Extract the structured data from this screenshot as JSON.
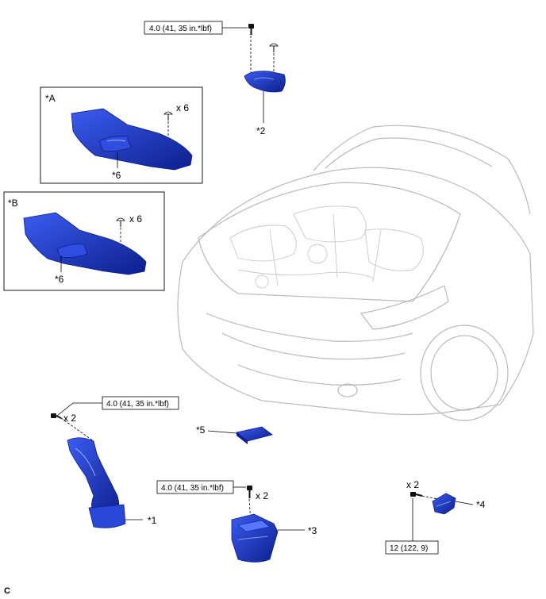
{
  "diagram": {
    "torque_specs": {
      "t_top": "4.0 (41, 35 in.*lbf)",
      "t_left": "4.0 (41, 35 in.*lbf)",
      "t_mid": "4.0 (41, 35 in.*lbf)",
      "t_right": "12 (122, 9)"
    },
    "boxes": {
      "a": {
        "label": "*A",
        "qty": "x 6",
        "part": "*6"
      },
      "b": {
        "label": "*B",
        "qty": "x 6",
        "part": "*6"
      }
    },
    "parts": {
      "p1": "*1",
      "p2": "*2",
      "p3": "*3",
      "p4": "*4",
      "p5": "*5"
    },
    "quantities": {
      "q_left": "x 2",
      "q_mid": "x 2",
      "q_right": "x 2"
    },
    "corner_code": "C",
    "colors": {
      "part_blue": "#1f3fd0",
      "part_dark": "#0c1f8c",
      "car_line": "#b9b9b9"
    }
  }
}
